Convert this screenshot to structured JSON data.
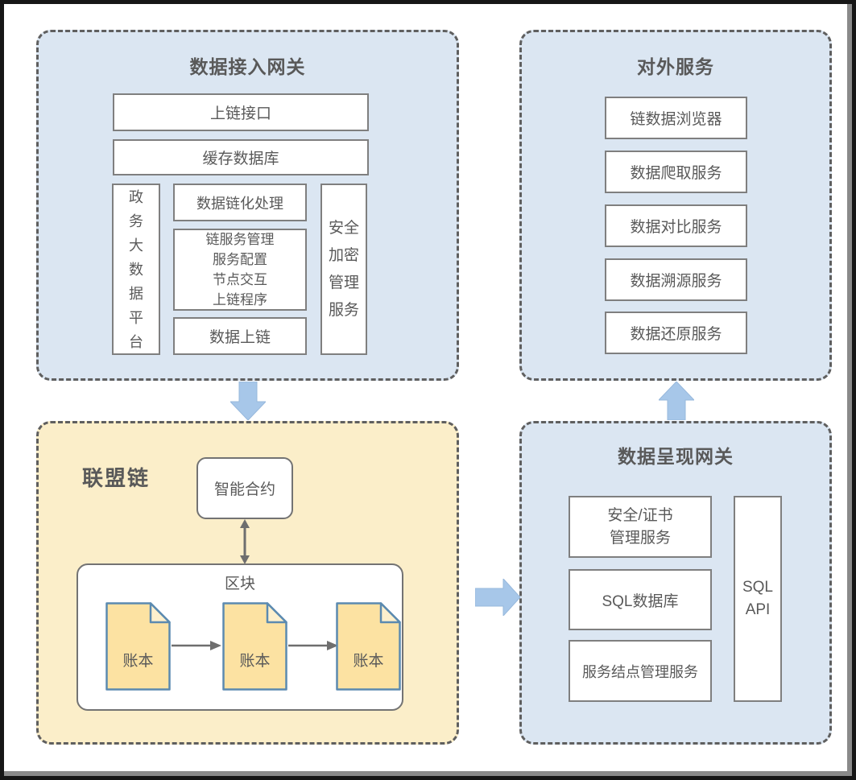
{
  "colors": {
    "panel_blue": "#dbe6f2",
    "panel_yellow": "#fbeec9",
    "panel_border": "#5f5f5f",
    "box_border": "#7f7f7f",
    "text": "#595959",
    "arrow_blue": "#a7c7e9",
    "arrow_blue_edge": "#97b8dc",
    "arrow_gray": "#6e6e6e",
    "doc_fill": "#fce2a2",
    "doc_fold": "#fdf0cd",
    "doc_border": "#5b8ab0"
  },
  "data_access_gateway": {
    "title": "数据接入网关",
    "chain_interface": "上链接口",
    "cache_database": "缓存数据库",
    "gov_platform": "政\n务\n大\n数\n据\n平\n台",
    "data_chaining": "数据链化处理",
    "chain_service_mgmt": "链服务管理\n服务配置\n节点交互\n上链程序",
    "data_on_chain": "数据上链",
    "security_encryption": "安全\n加密\n管理\n服务"
  },
  "external_services": {
    "title": "对外服务",
    "items": [
      "链数据浏览器",
      "数据爬取服务",
      "数据对比服务",
      "数据溯源服务",
      "数据还原服务"
    ]
  },
  "consortium_chain": {
    "title": "联盟链",
    "smart_contract": "智能合约",
    "block_container": "区块",
    "ledgers": [
      "账本",
      "账本",
      "账本"
    ]
  },
  "data_presentation_gateway": {
    "title": "数据呈现网关",
    "security_cert": "安全/证书\n管理服务",
    "sql_database": "SQL数据库",
    "service_node_mgmt": "服务结点管理服务",
    "sql_api": "SQL\nAPI"
  }
}
